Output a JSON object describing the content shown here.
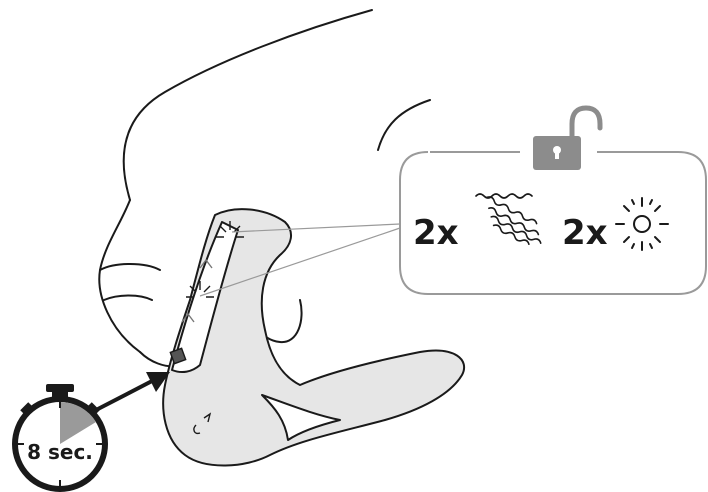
{
  "timer": {
    "label": "8 sec."
  },
  "callout": {
    "vibration_count": "2x",
    "light_count": "2x",
    "lock_icon": "unlock-icon",
    "vibration_icon": "vibration-icon",
    "light_icon": "light-flash-icon"
  },
  "colors": {
    "device": "#e6e6e6",
    "stroke": "#1a1a1a",
    "callout_border": "#9a9a9a",
    "lock": "#8c8c8c"
  }
}
